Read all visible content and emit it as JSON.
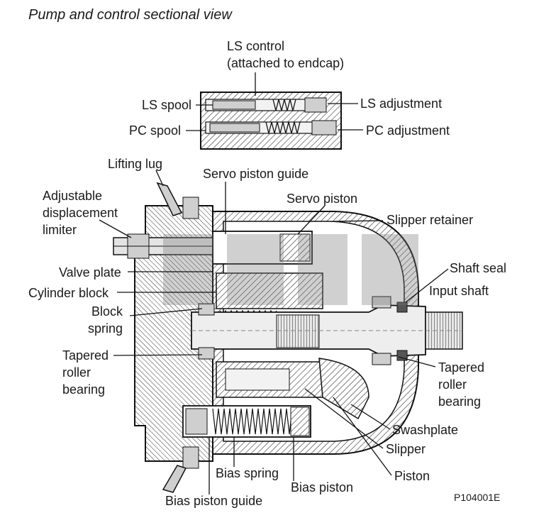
{
  "title": "Pump and control sectional view",
  "labels": {
    "ls_control": "LS control\n(attached to endcap)",
    "ls_spool": "LS spool",
    "ls_adjustment": "LS adjustment",
    "pc_spool": "PC spool",
    "pc_adjustment": "PC adjustment",
    "lifting_lug": "Lifting lug",
    "servo_piston_guide": "Servo piston guide",
    "servo_piston": "Servo piston",
    "adjustable_limiter": "Adjustable\ndisplacement\nlimiter",
    "slipper_retainer": "Slipper retainer",
    "shaft_seal": "Shaft seal",
    "valve_plate": "Valve plate",
    "input_shaft": "Input shaft",
    "cylinder_block": "Cylinder block",
    "block_spring": "Block\nspring",
    "tapered_bearing_left": "Tapered\nroller\nbearing",
    "tapered_bearing_right": "Tapered\nroller\nbearing",
    "swashplate": "Swashplate",
    "slipper": "Slipper",
    "piston": "Piston",
    "bias_spring": "Bias spring",
    "bias_piston": "Bias piston",
    "bias_piston_guide": "Bias piston guide"
  },
  "figure_code": "P104001E",
  "colors": {
    "ink": "#1a1a1a",
    "hatch": "#333333",
    "fill_light": "#f2f2f2",
    "fill_gray": "#cfcfcf",
    "watermark": "rgba(120,120,120,0.35)"
  }
}
